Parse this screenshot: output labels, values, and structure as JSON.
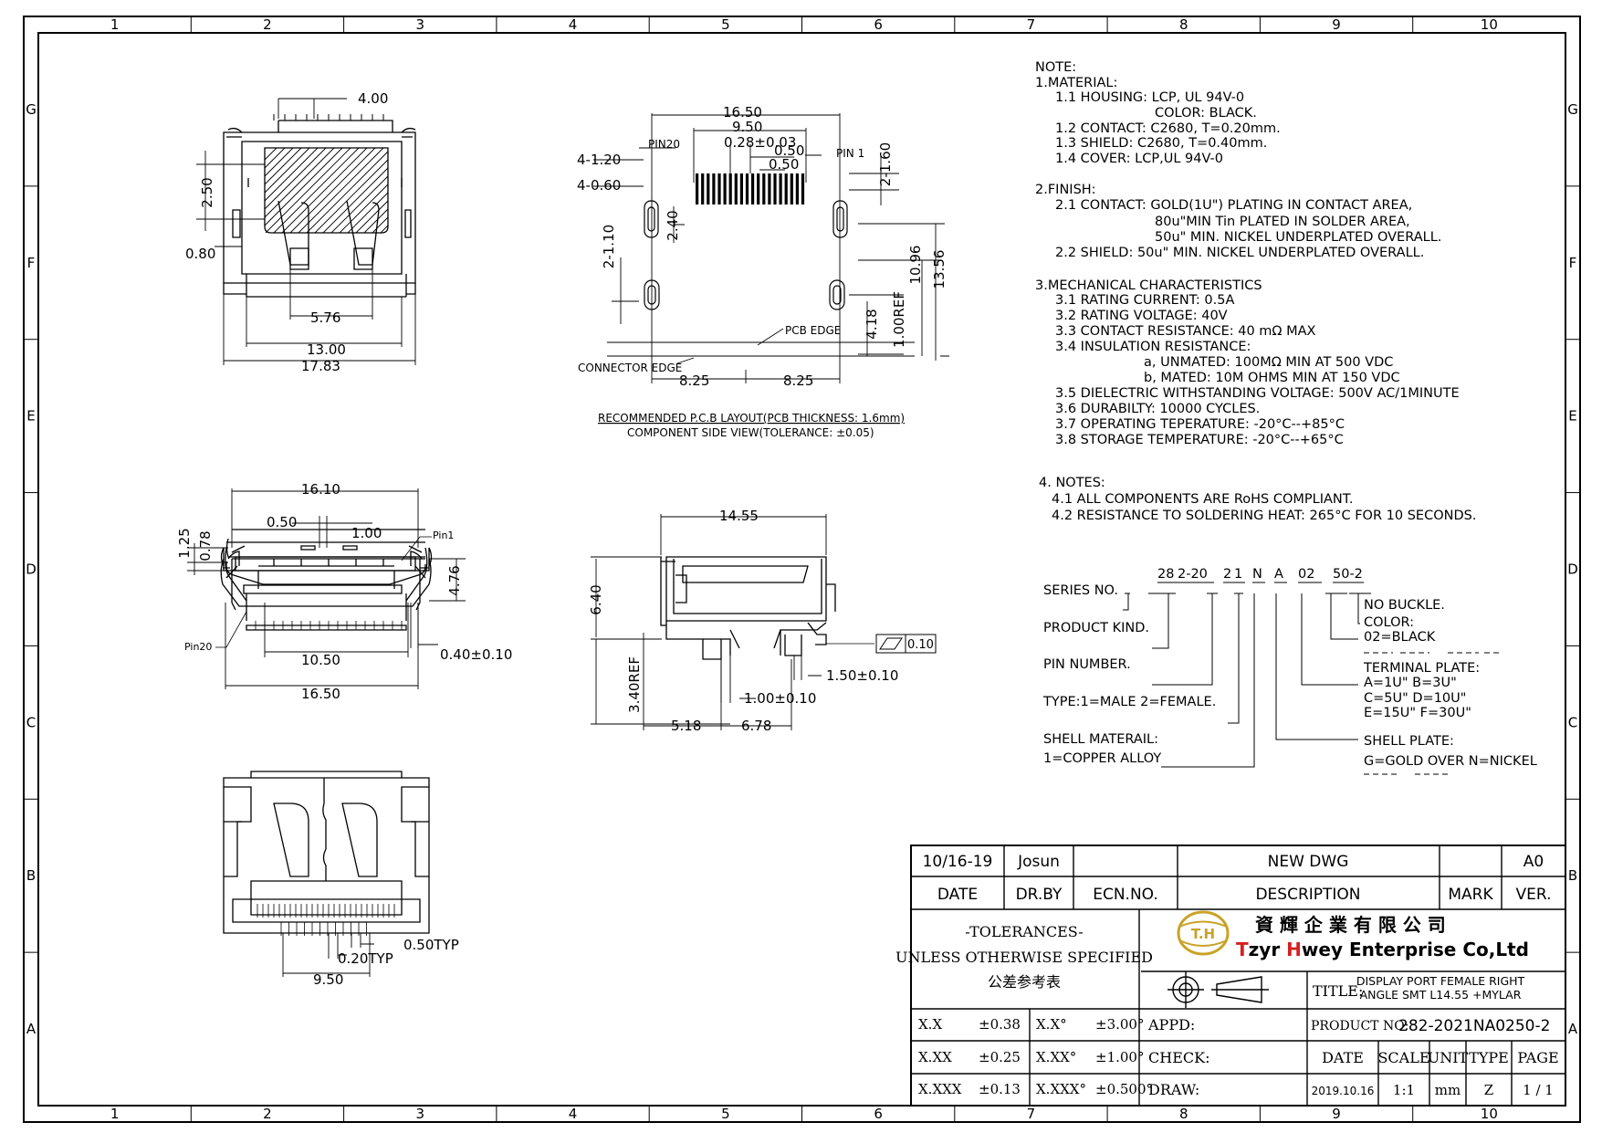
{
  "zones": {
    "columns": [
      "1",
      "2",
      "3",
      "4",
      "5",
      "6",
      "7",
      "8",
      "9",
      "10"
    ],
    "rows": [
      "G",
      "F",
      "E",
      "D",
      "C",
      "B",
      "A"
    ]
  },
  "notes": {
    "heading": "NOTE:",
    "lines": [
      "1.MATERIAL:",
      "1.1  HOUSING:  LCP,  UL  94V-0",
      "COLOR:  BLACK.",
      "1.2  CONTACT:  C2680,  T=0.20mm.",
      "1.3  SHIELD:  C2680,  T=0.40mm.",
      "1.4  COVER:  LCP,UL  94V-0",
      "2.FINISH:",
      "2.1  CONTACT:  GOLD(1U\")  PLATING  IN  CONTACT  AREA,",
      "80u\"MIN  Tin  PLATED  IN  SOLDER  AREA,",
      "50u\"  MIN.  NICKEL  UNDERPLATED  OVERALL.",
      "2.2  SHIELD:  50u\"  MIN.  NICKEL  UNDERPLATED  OVERALL.",
      "3.MECHANICAL  CHARACTERISTICS",
      "3.1  RATING  CURRENT:  0.5A",
      "3.2  RATING  VOLTAGE:  40V",
      "3.3  CONTACT  RESISTANCE:  40  mΩ  MAX",
      "3.4  INSULATION  RESISTANCE:",
      "a,  UNMATED:  100MΩ  MIN  AT  500  VDC",
      "b,  MATED:     10M  OHMS  MIN  AT  150  VDC",
      "3.5  DIELECTRIC  WITHSTANDING  VOLTAGE:  500V  AC/1MINUTE",
      "3.6  DURABILTY:  10000  CYCLES.",
      "3.7  OPERATING  TEPERATURE:  -20°C--+85°C",
      "3.8  STORAGE  TEMPERATURE:  -20°C--+65°C",
      "4.  NOTES:",
      "4.1  ALL  COMPONENTS  ARE  RoHS  COMPLIANT.",
      "4.2  RESISTANCE  TO  SOLDERING  HEAT:  265°C  FOR  10  SECONDS."
    ]
  },
  "part_code": {
    "segments": [
      "28",
      "2-20",
      "2",
      "1",
      "N",
      "A",
      "02",
      "50-2"
    ],
    "left_labels": [
      "SERIES  NO.",
      "PRODUCT  KIND.",
      "PIN  NUMBER.",
      "TYPE:1=MALE  2=FEMALE.",
      "SHELL  MATERAIL:",
      "1=COPPER  ALLOY"
    ],
    "right_labels": [
      "NO  BUCKLE.",
      "COLOR:",
      "02=BLACK",
      "TERMINAL  PLATE:",
      "A=1U\"    B=3U\"",
      "C=5U\"    D=10U\"",
      "E=15U\"  F=30U\"",
      "SHELL  PLATE:",
      "G=GOLD  OVER  N=NICKEL"
    ]
  },
  "pcb_layout": {
    "caption": "RECOMMENDED  P.C.B  LAYOUT(PCB  THICKNESS:  1.6mm)",
    "subcaption": "COMPONENT  SIDE  VIEW(TOLERANCE:  ±0.05)",
    "labels": [
      "PIN20",
      "PIN  1",
      "PCB  EDGE",
      "CONNECTOR  EDGE"
    ],
    "dims": [
      "16.50",
      "9.50",
      "0.28±0.03",
      "0.50",
      "0.50",
      "4-1.20",
      "4-0.60",
      "2-1.60",
      "2.40",
      "2-1.10",
      "10.96",
      "13.56",
      "1.00REF",
      "4.18",
      "8.25",
      "8.25"
    ]
  },
  "view_top": {
    "dims": [
      "4.00",
      "2.50",
      "0.80",
      "5.76",
      "13.00",
      "17.83"
    ]
  },
  "view_front": {
    "dims": [
      "16.10",
      "0.50",
      "1.00",
      "1.25",
      "0.78",
      "4.76",
      "10.50",
      "0.40±0.10",
      "16.50"
    ],
    "labels": [
      "Pin1",
      "Pin20"
    ]
  },
  "view_side": {
    "dims": [
      "14.55",
      "6.40",
      "3.40REF",
      "1.50±0.10",
      "1.00±0.10",
      "5.18",
      "6.78"
    ],
    "flatness": "0.10"
  },
  "view_bottom": {
    "dims": [
      "0.50TYP",
      "0.20TYP",
      "9.50"
    ]
  },
  "title_block": {
    "revision": {
      "date": "10/16-19",
      "drawn_by": "Josun",
      "ecn": "",
      "description": "NEW  DWG",
      "mark": "",
      "version": "A0"
    },
    "rev_headers": {
      "date": "DATE",
      "drawn_by": "DR.BY",
      "ecn": "ECN.NO.",
      "description": "DESCRIPTION",
      "mark": "MARK",
      "version": "VER."
    },
    "tolerances": {
      "title": "-TOLERANCES-",
      "line2": "UNLESS OTHERWISE SPECIFIED",
      "line3": "公差参考表"
    },
    "tol_rows": [
      [
        "X.X",
        "±0.38",
        "X.X°",
        "±3.00°"
      ],
      [
        "X.XX",
        "±0.25",
        "X.XX°",
        "±1.00°"
      ],
      [
        "X.XXX",
        "±0.13",
        "X.XXX°",
        "±0.500°"
      ]
    ],
    "company": {
      "logo_text": "T.H",
      "chinese": "資 輝 企 業 有 限 公 司",
      "name_t": "T",
      "name_zyr": "zyr ",
      "name_h": "H",
      "name_rest": "wey Enterprise Co,Ltd"
    },
    "title_label": "TITLE:",
    "title_line1": "DISPLAY PORT  FEMALE RIGHT",
    "title_line2": "ANGLE SMT L14.55 +MYLAR",
    "product_label": "PRODUCT NO:",
    "product_no": "282-2021NA0250-2",
    "appd_label": "APPD:",
    "check_label": "CHECK:",
    "draw_label": "DRAW:",
    "info_headers": [
      "DATE",
      "SCALE",
      "UNIT",
      "TYPE",
      "PAGE"
    ],
    "info_values": [
      "2019.10.16",
      "1:1",
      "mm",
      "Z",
      "1 / 1"
    ]
  },
  "colors": {
    "logo_gold": "#c9a227",
    "company_red": "#d42020",
    "line": "#000000"
  }
}
